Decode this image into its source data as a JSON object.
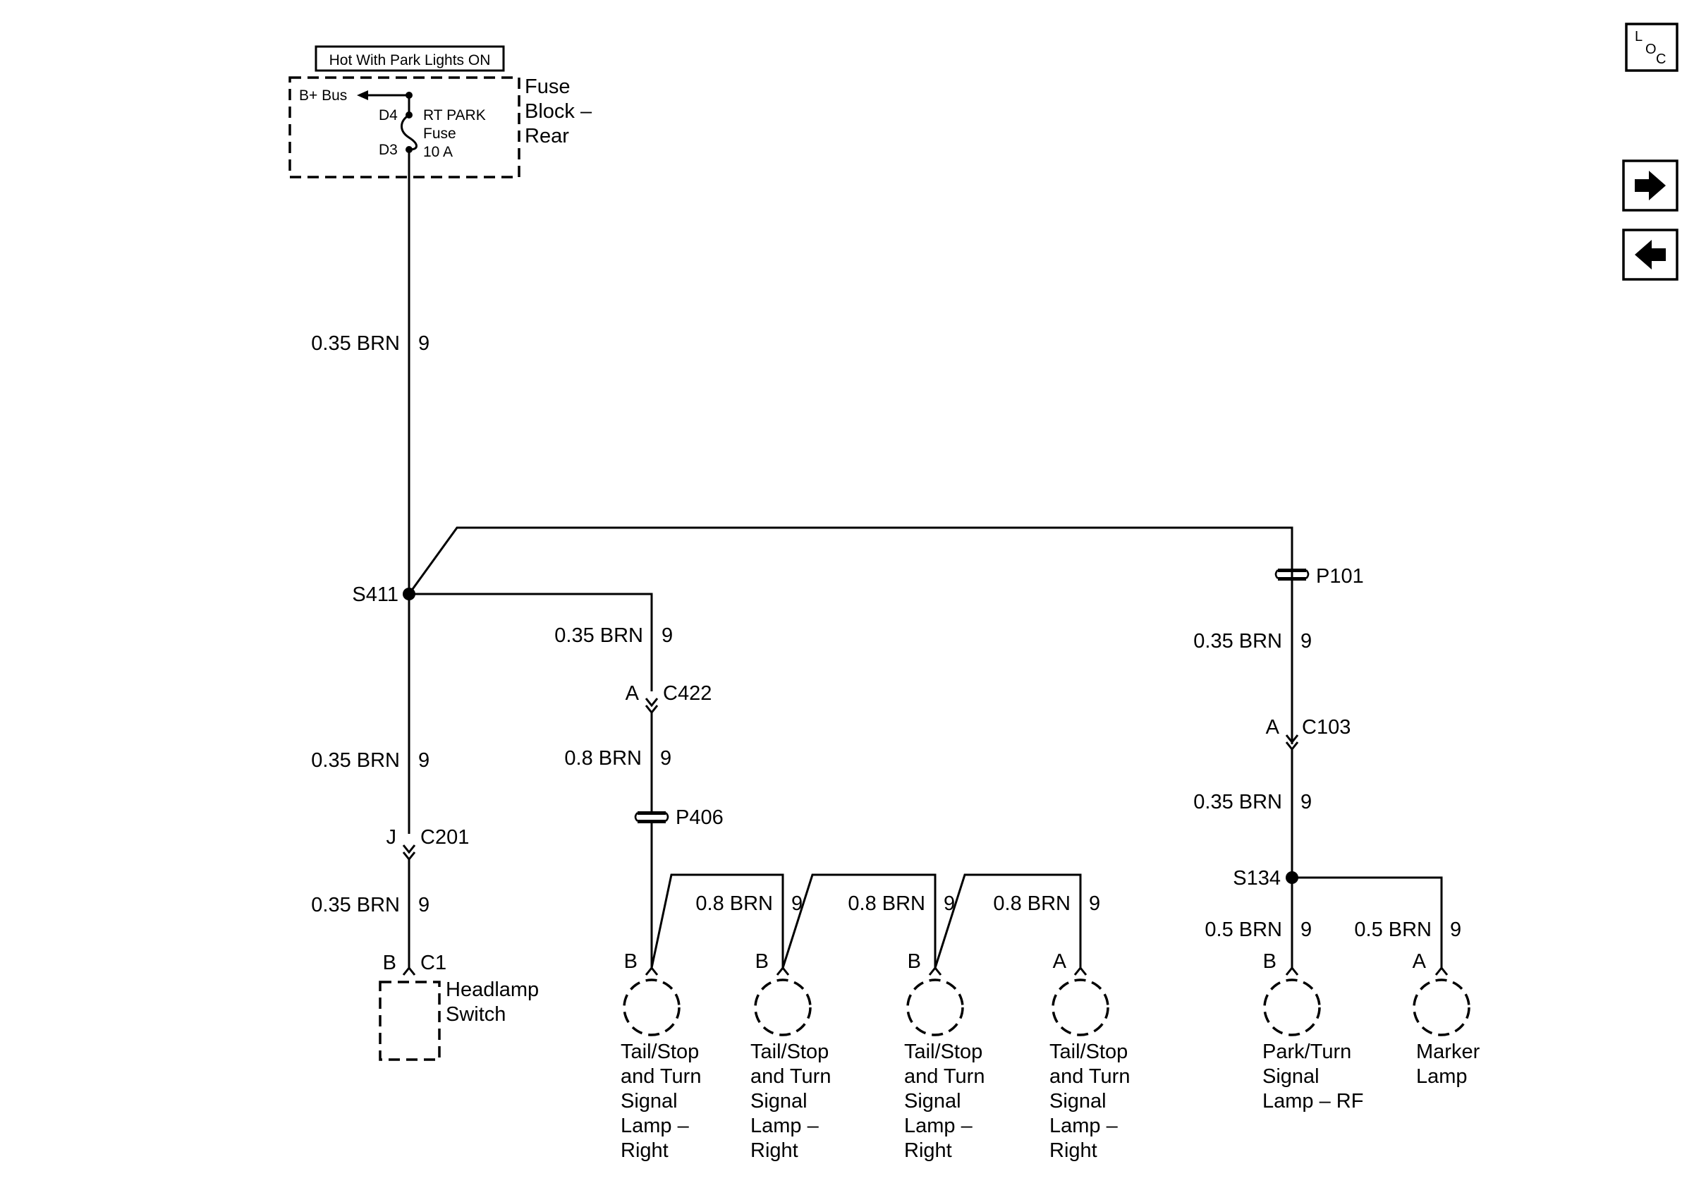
{
  "header": {
    "hot_label": "Hot With Park Lights ON"
  },
  "fuse_block": {
    "title_lines": [
      "Fuse",
      "Block –",
      "Rear"
    ],
    "bus": "B+ Bus",
    "pin_top": "D4",
    "pin_bottom": "D3",
    "fuse_lines": [
      "RT PARK",
      "Fuse",
      "10 A"
    ]
  },
  "nav": {
    "loc": {
      "l": "L",
      "o": "O",
      "c": "C"
    },
    "forward": "forward-arrow",
    "back": "back-arrow"
  },
  "wires": {
    "main": {
      "size": "0.35 BRN",
      "circuit": "9"
    },
    "to_c422": {
      "size": "0.35 BRN",
      "circuit": "9"
    },
    "c422_to_p406": {
      "size": "0.8 BRN",
      "circuit": "9"
    },
    "to_c201": {
      "size": "0.35 BRN",
      "circuit": "9"
    },
    "c201_to_switch": {
      "size": "0.35 BRN",
      "circuit": "9"
    },
    "lamp2": {
      "size": "0.8 BRN",
      "circuit": "9"
    },
    "lamp3": {
      "size": "0.8 BRN",
      "circuit": "9"
    },
    "lamp4": {
      "size": "0.8 BRN",
      "circuit": "9"
    },
    "p101_to_c103": {
      "size": "0.35 BRN",
      "circuit": "9"
    },
    "c103_to_s134": {
      "size": "0.35 BRN",
      "circuit": "9"
    },
    "to_rf": {
      "size": "0.5 BRN",
      "circuit": "9"
    },
    "to_marker": {
      "size": "0.5 BRN",
      "circuit": "9"
    }
  },
  "splices": {
    "s411": "S411",
    "s134": "S134"
  },
  "connectors": {
    "c422": {
      "pin": "A",
      "name": "C422"
    },
    "c201": {
      "pin": "J",
      "name": "C201"
    },
    "c1": {
      "pin": "B",
      "name": "C1"
    },
    "c103": {
      "pin": "A",
      "name": "C103"
    }
  },
  "pass_through": {
    "p406": "P406",
    "p101": "P101"
  },
  "components": {
    "headlamp_switch": [
      "Headlamp",
      "Switch"
    ],
    "lamp1": {
      "pin": "B",
      "label": [
        "Tail/Stop",
        "and Turn",
        "Signal",
        "Lamp –",
        "Right"
      ]
    },
    "lamp2": {
      "pin": "B",
      "label": [
        "Tail/Stop",
        "and Turn",
        "Signal",
        "Lamp –",
        "Right"
      ]
    },
    "lamp3": {
      "pin": "B",
      "label": [
        "Tail/Stop",
        "and Turn",
        "Signal",
        "Lamp –",
        "Right"
      ]
    },
    "lamp4": {
      "pin": "A",
      "label": [
        "Tail/Stop",
        "and Turn",
        "Signal",
        "Lamp –",
        "Right"
      ]
    },
    "park_turn_rf": {
      "pin": "B",
      "label": [
        "Park/Turn",
        "Signal",
        "Lamp – RF"
      ]
    },
    "marker": {
      "pin": "A",
      "label": [
        "Marker",
        "Lamp"
      ]
    }
  }
}
